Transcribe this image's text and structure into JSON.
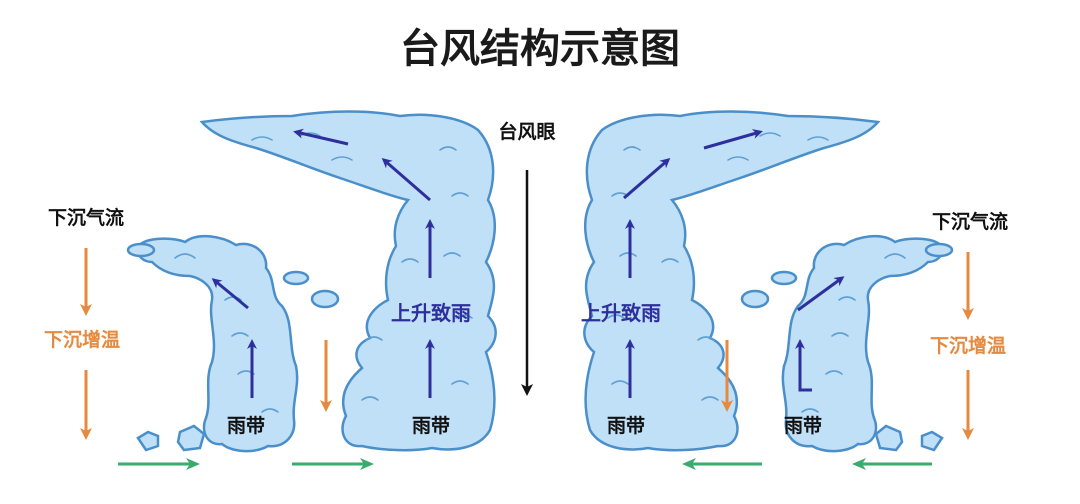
{
  "title": "台风结构示意图",
  "eye_label": "台风眼",
  "left_side": {
    "downdraft_label": "下沉气流",
    "warming_label": "下沉增温"
  },
  "right_side": {
    "downdraft_label": "下沉气流",
    "warming_label": "下沉增温"
  },
  "rising_rain_label": "上升致雨",
  "rain_band_label": "雨带",
  "colors": {
    "cloud_fill": "#bfe0f7",
    "cloud_outline": "#4a8fc9",
    "updraft_arrow": "#2e2f9c",
    "downdraft_arrow": "#e58a3e",
    "inflow_arrow": "#3aaa6e",
    "eye_arrow": "#111111"
  }
}
